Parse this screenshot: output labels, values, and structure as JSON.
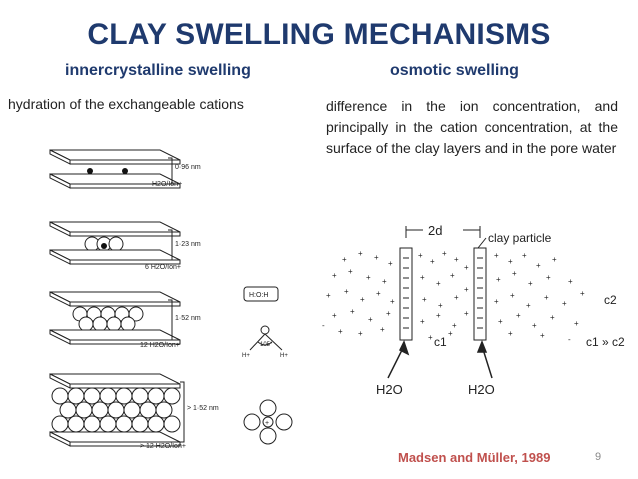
{
  "slide": {
    "title": "CLAY SWELLING  MECHANISMS",
    "left_subtitle": "innercrystalline swelling",
    "right_subtitle": "osmotic swelling",
    "left_description": "hydration  of the exchangeable  cations",
    "right_description": "difference  in  the  ion  concentration, and  principally  in  the  cation concentration,  at  the  surface  of  the clay layers  and  in  the pore water",
    "citation": "Madsen and Müller, 1989",
    "page_number": "9",
    "colors": {
      "title": "#1f3a6e",
      "citation": "#c0504d"
    }
  },
  "left_figure": {
    "stages": [
      {
        "spacing": "0·96 nm",
        "water": "H2O/Ion+"
      },
      {
        "spacing": "1·23 nm",
        "water": "6 H2O/Ion+"
      },
      {
        "spacing": "1·52 nm",
        "water": "12 H2O/Ion+"
      },
      {
        "spacing": "> 1·52 nm",
        "water": "> 12 H2O/Ion+"
      }
    ],
    "molecule_angle": "105°",
    "molecule_h": "H+"
  },
  "right_figure": {
    "gap_label": "2d",
    "particle_label": "clay particle",
    "c1": "c1",
    "c2": "c2",
    "relation": "c1 » c2",
    "water_left": "H2O",
    "water_right": "H2O"
  }
}
